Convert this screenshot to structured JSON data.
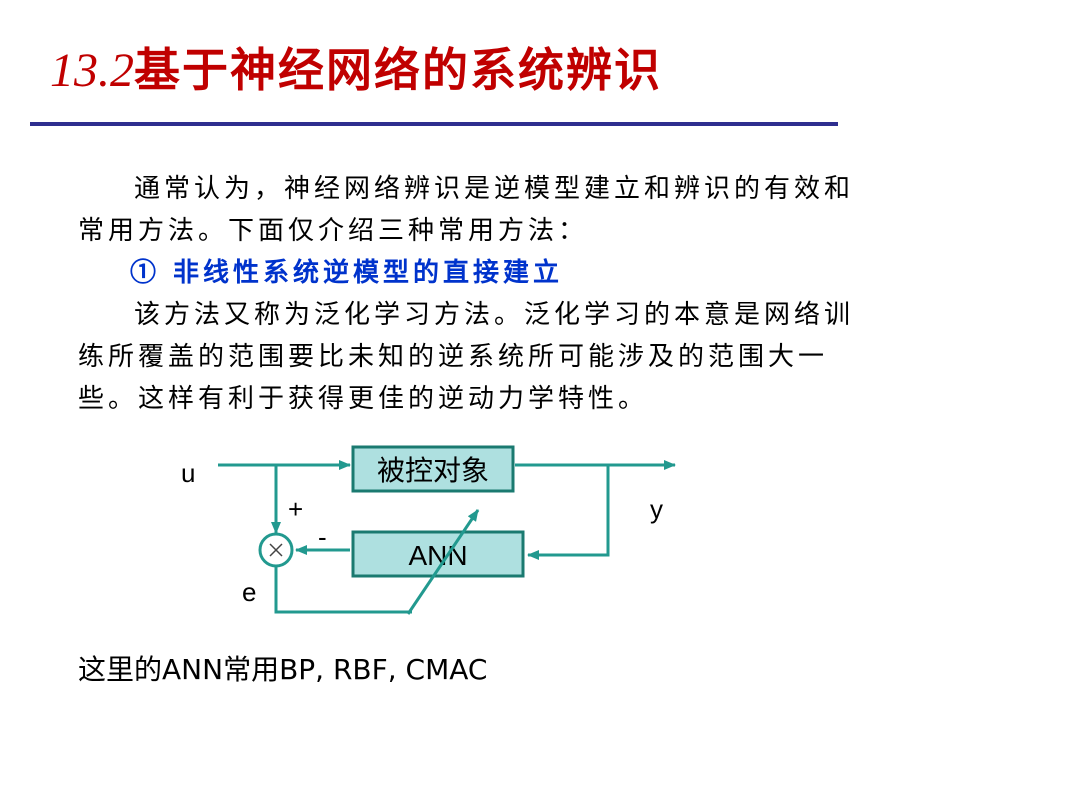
{
  "slide": {
    "title_number": "13.2",
    "title_text": "基于神经网络的系统辨识",
    "intro_line1": "通常认为，神经网络辨识是逆模型建立和辨识的有效和",
    "intro_line2": "常用方法。下面仅介绍三种常用方法：",
    "method1_heading": "① 非线性系统逆模型的直接建立",
    "body_line1": "该方法又称为泛化学习方法。泛化学习的本意是网络训",
    "body_line2": "练所覆盖的范围要比未知的逆系统所可能涉及的范围大一",
    "body_line3": "些。这样有利于获得更佳的逆动力学特性。",
    "footer_prefix": "这里的",
    "footer_ann": "ANN",
    "footer_mid": "常用",
    "footer_list": "BP, RBF, CMAC"
  },
  "diagram": {
    "plant_label": "被控对象",
    "ann_label": "ANN",
    "input_label": "u",
    "output_label": "y",
    "error_label": "e",
    "plus_label": "+",
    "minus_label": "-",
    "colors": {
      "line": "#22998f",
      "block_fill": "#aee0e0",
      "block_border": "#1a7a70"
    }
  }
}
